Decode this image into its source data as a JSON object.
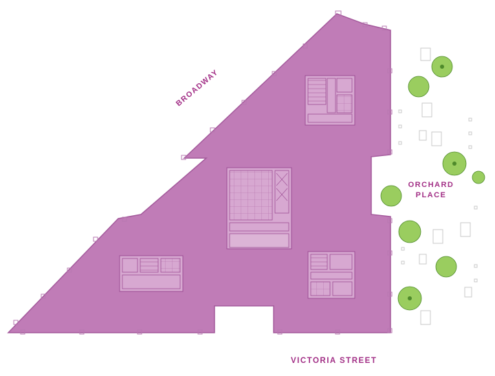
{
  "streets": {
    "broadway": "BROADWAY",
    "orchard_line1": "ORCHARD",
    "orchard_line2": "PLACE",
    "victoria": "VICTORIA STREET"
  },
  "colors": {
    "floor_fill": "#c07cb7",
    "floor_stroke": "#a45a9c",
    "core_fill": "#d7a8d1",
    "core_line": "#9d4e95",
    "label": "#a22f86",
    "tree_fill": "#9acd5f",
    "tree_dark": "#4e8a2b",
    "fixture": "#c9c9c9"
  },
  "icons": [
    "tree-icon",
    "planter-icon"
  ]
}
